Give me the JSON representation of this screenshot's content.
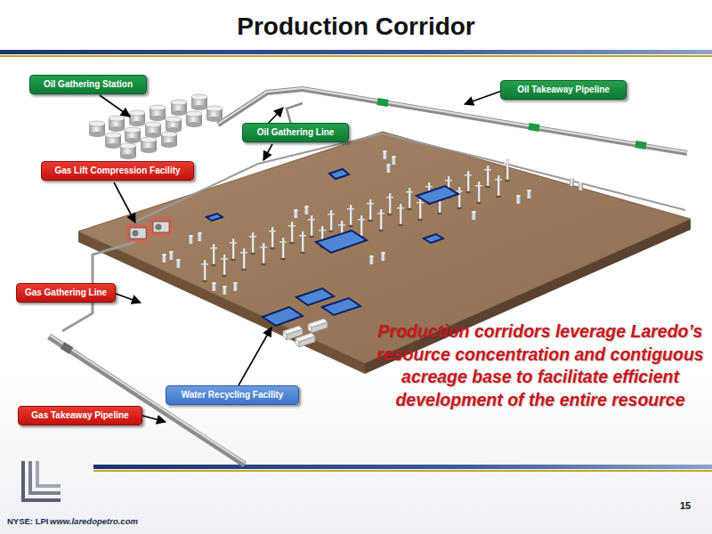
{
  "diagram": {
    "title": "Production Corridor",
    "nodes": [
      {
        "text": [
          "Oil Gathering Station"
        ]
      },
      {
        "text": [
          "Oil Takeaway Pipeline"
        ]
      },
      {
        "text": [
          "Oil Gathering Line"
        ]
      },
      {
        "text": [
          "Gas Lift Compression Facility"
        ]
      },
      {
        "text": [
          "Gas Gathering Line"
        ]
      },
      {
        "text": [
          "Water Recycling Facility"
        ]
      },
      {
        "text": [
          "Gas Takeaway Pipeline"
        ]
      }
    ],
    "labels": [
      "Production corridors leverage Laredo’s resource concentration and contiguous acreage base to facilitate efficient development of the entire resource",
      "NYSE: LPI",
      "www.laredopetro.com",
      "15"
    ]
  }
}
